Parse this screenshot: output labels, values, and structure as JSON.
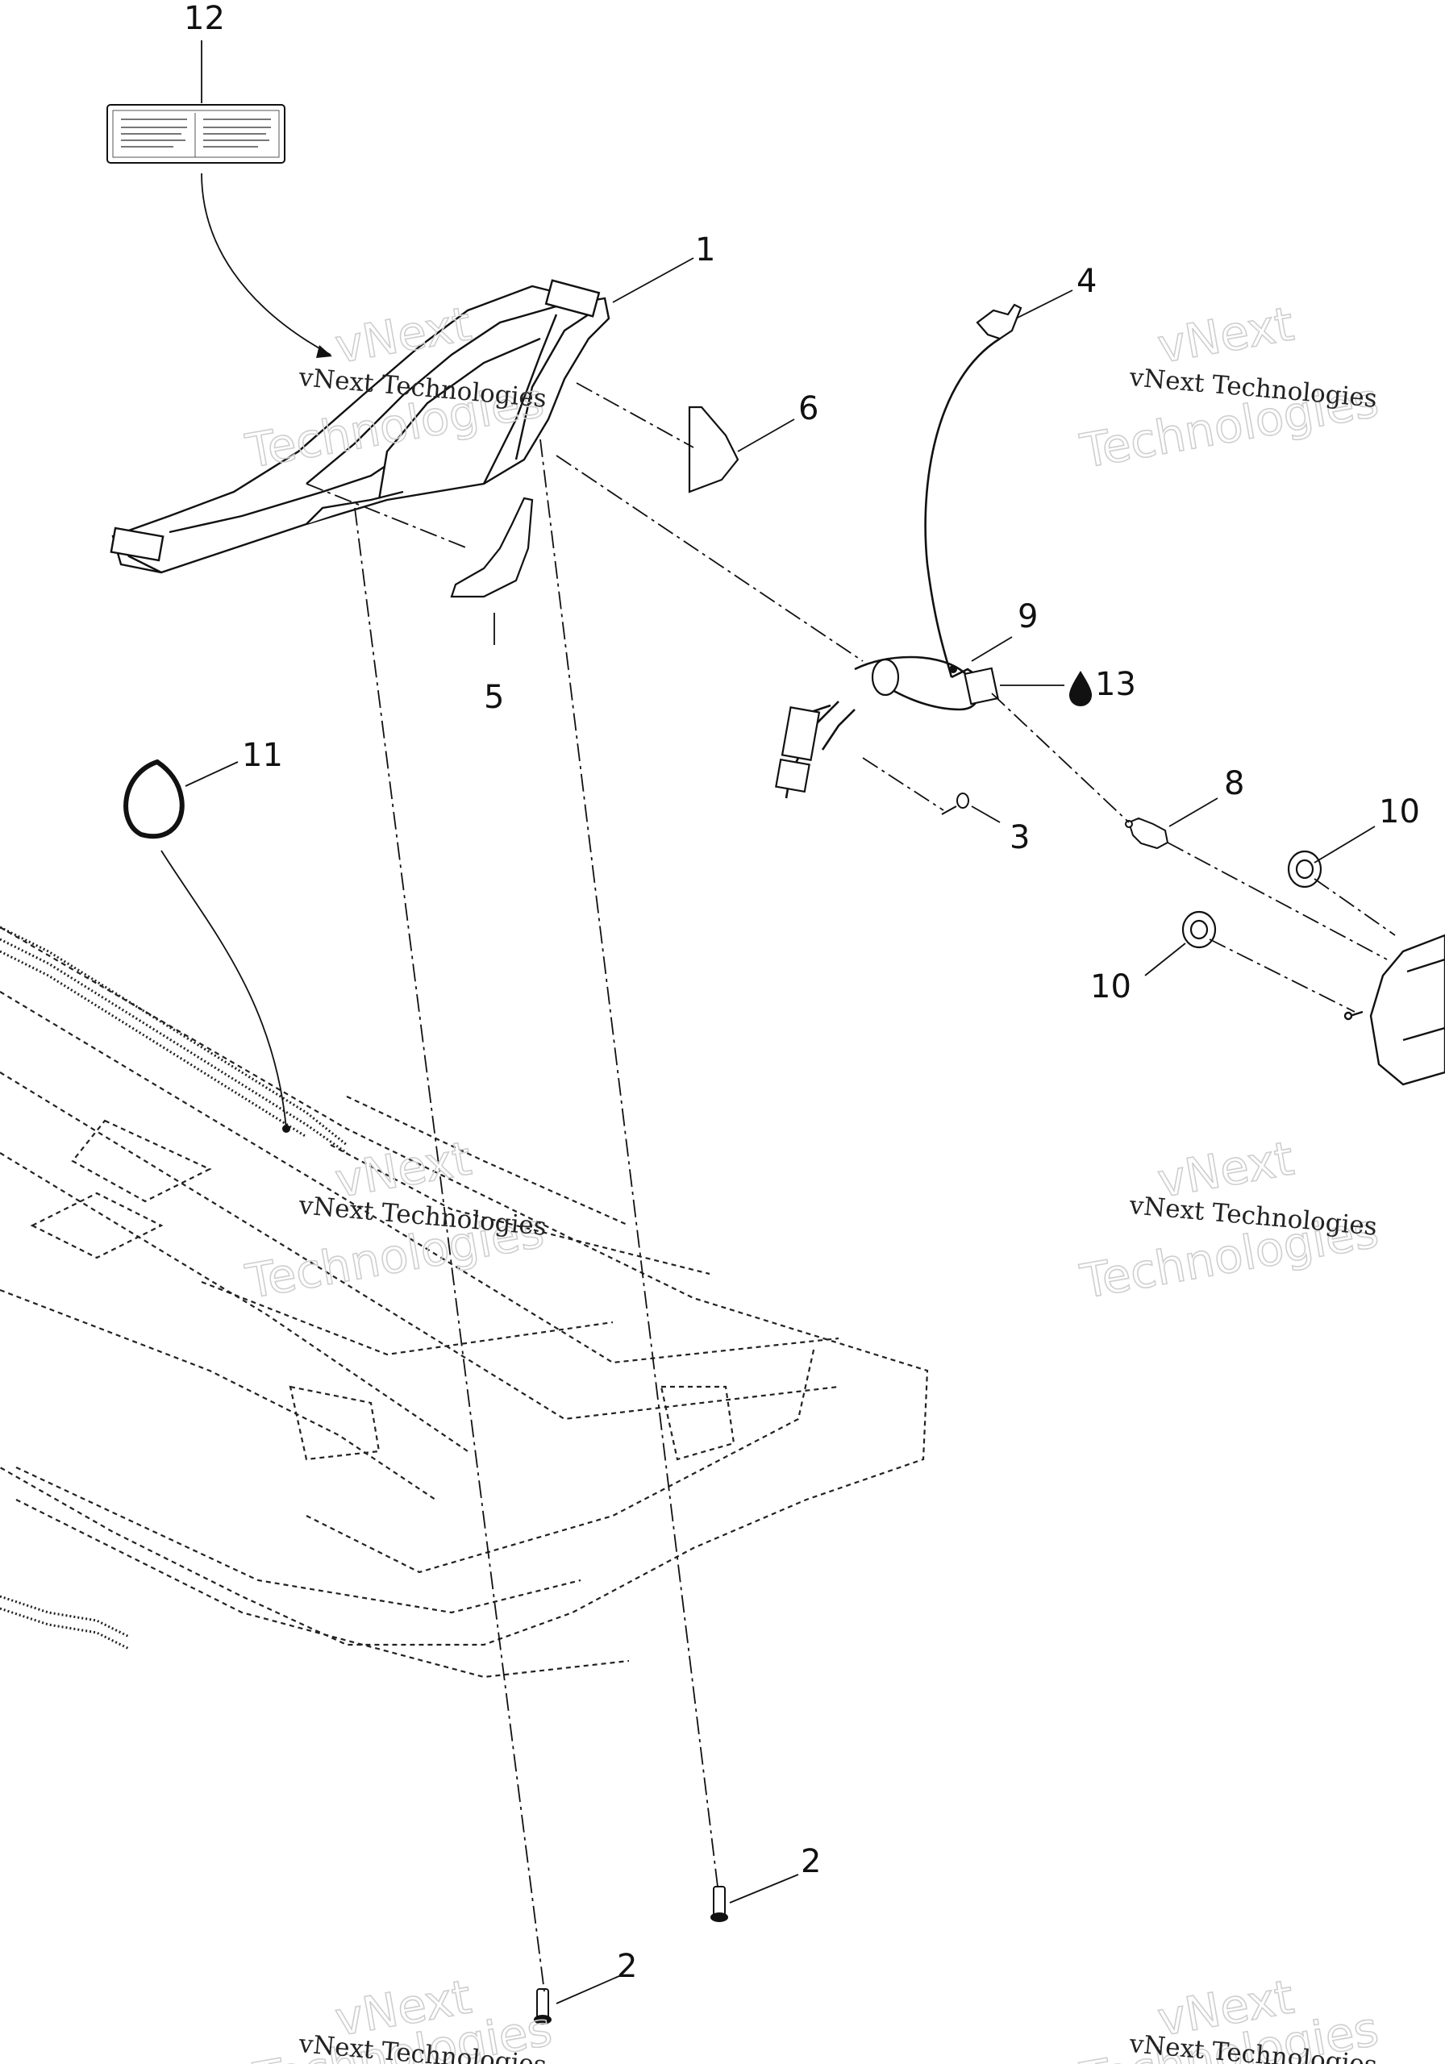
{
  "diagram": {
    "callouts": {
      "c12": "12",
      "c1": "1",
      "c4": "4",
      "c6": "6",
      "c9": "9",
      "c13": "13",
      "c5": "5",
      "c11": "11",
      "c3": "3",
      "c8": "8",
      "c10a": "10",
      "c10b": "10",
      "c2a": "2",
      "c2b": "2"
    },
    "watermark": {
      "line1": "vNext Technologies",
      "line2a": "vNext",
      "line2b": "Technologies"
    },
    "colors": {
      "ink": "#111111",
      "watermark": "#cfcfcf"
    }
  }
}
